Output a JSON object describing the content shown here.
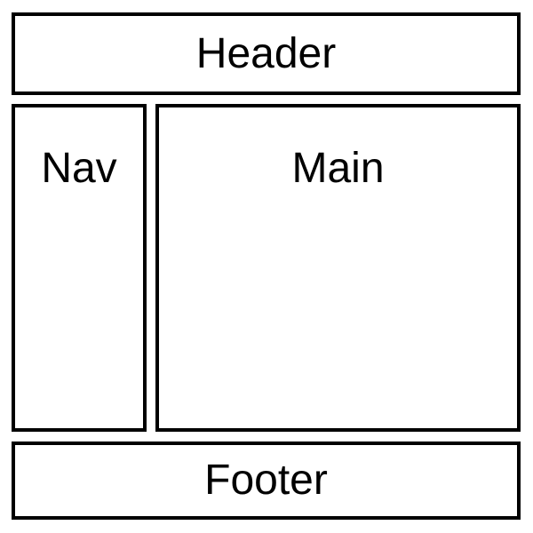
{
  "diagram": {
    "type": "layout-wireframe",
    "regions": {
      "header": {
        "label": "Header"
      },
      "nav": {
        "label": "Nav"
      },
      "main": {
        "label": "Main"
      },
      "footer": {
        "label": "Footer"
      }
    }
  },
  "colors": {
    "background": "#ffffff",
    "border": "#000000",
    "text": "#000000"
  }
}
